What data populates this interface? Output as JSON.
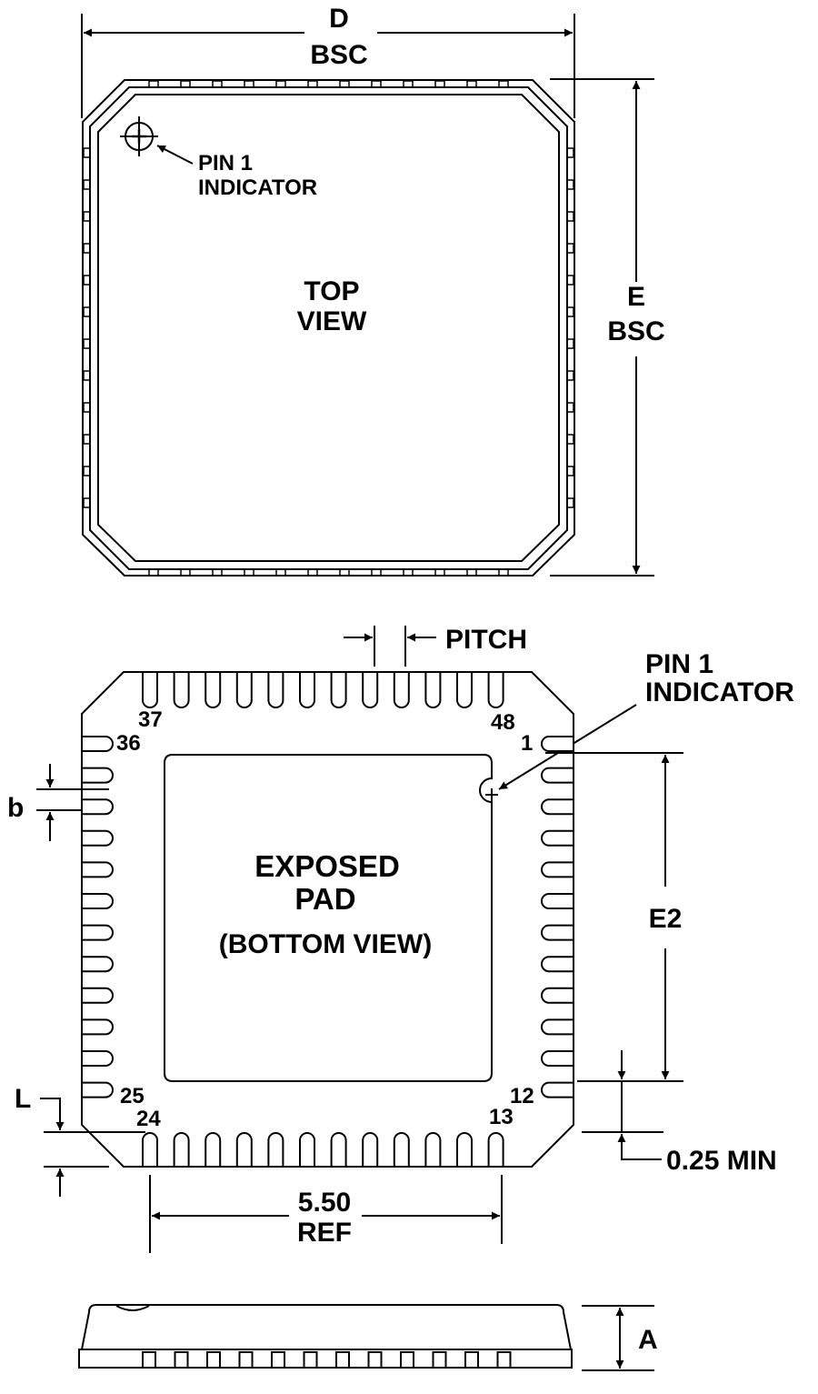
{
  "top_view": {
    "dim_d": "D",
    "dim_d_sub": "BSC",
    "dim_e": "E",
    "dim_e_sub": "BSC",
    "pin1_line1": "PIN 1",
    "pin1_line2": "INDICATOR",
    "title_line1": "TOP",
    "title_line2": "VIEW"
  },
  "bottom_view": {
    "pitch_label": "PITCH",
    "pin1_line1": "PIN 1",
    "pin1_line2": "INDICATOR",
    "pad_line1": "EXPOSED",
    "pad_line2": "PAD",
    "pad_line3": "(BOTTOM VIEW)",
    "dim_b": "b",
    "dim_e2": "E2",
    "dim_l": "L",
    "min_label": "0.25 MIN",
    "ref_value": "5.50",
    "ref_label": "REF",
    "pin_numbers": {
      "p37": "37",
      "p48": "48",
      "p36": "36",
      "p1": "1",
      "p25": "25",
      "p12": "12",
      "p24": "24",
      "p13": "13"
    }
  },
  "side_view": {
    "dim_a": "A"
  }
}
